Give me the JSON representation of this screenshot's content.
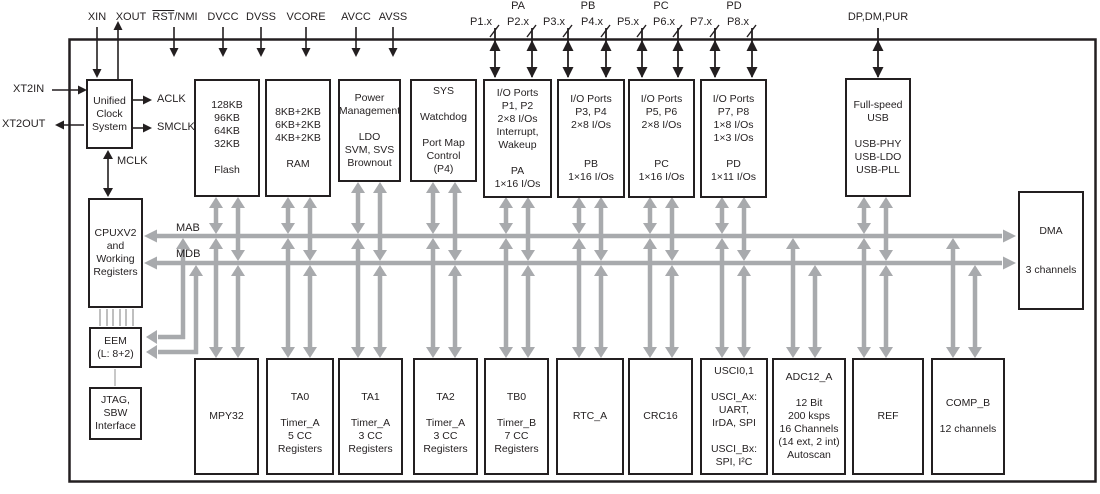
{
  "diagram": {
    "top_pins": {
      "xin": "XIN",
      "xout": "XOUT",
      "rst": "RST",
      "rst_suffix": "/NMI",
      "dvcc": "DVCC",
      "dvss": "DVSS",
      "vcore": "VCORE",
      "avcc": "AVCC",
      "avss": "AVSS",
      "usb_pins": "DP,DM,PUR"
    },
    "port_groups": {
      "pa": "PA",
      "pb": "PB",
      "pc": "PC",
      "pd": "PD"
    },
    "port_pins": {
      "p1": "P1.x",
      "p2": "P2.x",
      "p3": "P3.x",
      "p4": "P4.x",
      "p5": "P5.x",
      "p6": "P6.x",
      "p7": "P7.x",
      "p8": "P8.x"
    },
    "side_pins": {
      "xt2in": "XT2IN",
      "xt2out": "XT2OUT"
    },
    "clocks": {
      "aclk": "ACLK",
      "smclk": "SMCLK",
      "mclk": "MCLK"
    },
    "buses": {
      "mab": "MAB",
      "mdb": "MDB"
    },
    "blocks": {
      "ucs": "Unified\nClock\nSystem",
      "flash": "128KB\n96KB\n64KB\n32KB\n\nFlash",
      "ram": "8KB+2KB\n6KB+2KB\n4KB+2KB\n\nRAM",
      "power": "Power\nManagement\n\nLDO\nSVM, SVS\nBrownout",
      "sys": "SYS\n\nWatchdog\n\nPort Map\nControl\n(P4)",
      "io12": "I/O Ports\nP1, P2\n2×8 I/Os\nInterrupt,\nWakeup\n\nPA\n1×16 I/Os",
      "io34": "I/O Ports\nP3, P4\n2×8 I/Os\n\n\nPB\n1×16 I/Os",
      "io56": "I/O Ports\nP5, P6\n2×8 I/Os\n\n\nPC\n1×16 I/Os",
      "io78": "I/O Ports\nP7, P8\n1×8 I/Os\n1×3 I/Os\n\nPD\n1×11 I/Os",
      "usb": "Full-speed\nUSB\n\nUSB-PHY\nUSB-LDO\nUSB-PLL",
      "cpu": "CPUXV2\nand\nWorking\nRegisters",
      "eem": "EEM\n(L: 8+2)",
      "jtag": "JTAG,\nSBW\nInterface",
      "dma": "DMA\n\n\n3 channels",
      "mpy32": "MPY32",
      "ta0": "\nTA0\n\nTimer_A\n5 CC\nRegisters",
      "ta1": "\nTA1\n\nTimer_A\n3 CC\nRegisters",
      "ta2": "\nTA2\n\nTimer_A\n3 CC\nRegisters",
      "tb0": "\nTB0\n\nTimer_B\n7 CC\nRegisters",
      "rtc": "RTC_A",
      "crc": "CRC16",
      "usci": "USCI0,1\n\nUSCI_Ax:\nUART,\nIrDA, SPI\n\nUSCI_Bx:\nSPI, I²C",
      "adc": "ADC12_A\n\n12 Bit\n200 ksps\n16 Channels\n(14 ext, 2 int)\nAutoscan",
      "ref": "REF",
      "comp": "COMP_B\n\n12 channels"
    },
    "colors": {
      "wire_gray": "#a8aaad",
      "line_black": "#231f20"
    }
  }
}
